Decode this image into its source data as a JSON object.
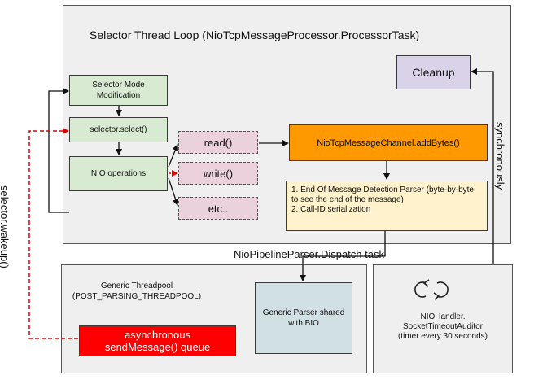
{
  "selector_loop": {
    "title": "Selector Thread Loop (NioTcpMessageProcessor.ProcessorTask)",
    "mode_modification": "Selector Mode Modification",
    "select": "selector.select()",
    "nio_operations": "NIO operations",
    "read": "read()",
    "write": "write()",
    "etc": "etc..",
    "add_bytes": "NioTcpMessageChannel.addBytes()",
    "parser_details": "1. End Of Message Detection Parser (byte-by-byte to see the end of the message)\n2. Call-ID serialization",
    "cleanup": "Cleanup"
  },
  "labels": {
    "synchronously": "synchronously",
    "wakeup": "selector.wakeup()",
    "dispatch_task": "NioPipelineParser.Dispatch task"
  },
  "threadpool": {
    "title": "Generic Threadpool\n(POST_PARSING_THREADPOOL)",
    "generic_parser": "Generic Parser shared with BIO",
    "async_queue": "asynchronous sendMessage() queue"
  },
  "auditor": {
    "text": "NIOHandler.\nSocketTimeoutAuditor\n(timer every 30 seconds)"
  },
  "colors": {
    "green_box": "#d9ead3",
    "pink_box": "#ead1dc",
    "orange_box": "#ff9900",
    "yellow_box": "#fff2cc",
    "purple_box": "#d9d2e9",
    "blue_box": "#d0e0e3",
    "red_box": "#ff0000",
    "panel": "#efefef"
  },
  "icons": [
    "sync-arrows-icon"
  ]
}
